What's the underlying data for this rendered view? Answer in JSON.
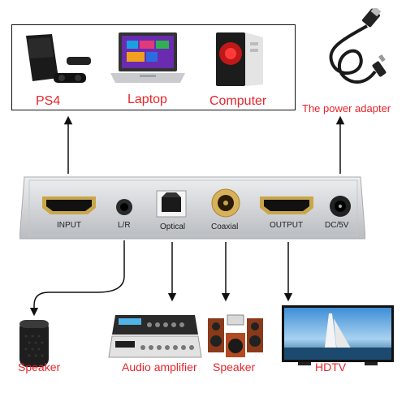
{
  "sources": [
    {
      "label": "PS4",
      "icon": "ps4-console-icon"
    },
    {
      "label": "Laptop",
      "icon": "laptop-icon"
    },
    {
      "label": "Computer",
      "icon": "computer-tower-icon"
    }
  ],
  "power": {
    "label": "The power adapter",
    "icon": "power-adapter-cable-icon"
  },
  "ports": [
    {
      "label": "INPUT",
      "icon": "hdmi-port-icon"
    },
    {
      "label": "L/R",
      "icon": "audio-jack-icon"
    },
    {
      "label": "Optical",
      "icon": "optical-port-icon"
    },
    {
      "label": "Coaxial",
      "icon": "coaxial-port-icon"
    },
    {
      "label": "OUTPUT",
      "icon": "hdmi-port-icon"
    },
    {
      "label": "DC/5V",
      "icon": "dc-power-port-icon"
    }
  ],
  "outputs": [
    {
      "label": "Speaker",
      "icon": "smart-speaker-icon"
    },
    {
      "label": "Audio amplifier",
      "icon": "audio-amplifier-icon"
    },
    {
      "label": "Speaker",
      "icon": "speaker-system-icon"
    },
    {
      "label": "HDTV",
      "icon": "hdtv-icon"
    }
  ],
  "colors": {
    "label_red": "#e8242a",
    "device_silver": "#d9dbdd",
    "line": "#111111"
  }
}
